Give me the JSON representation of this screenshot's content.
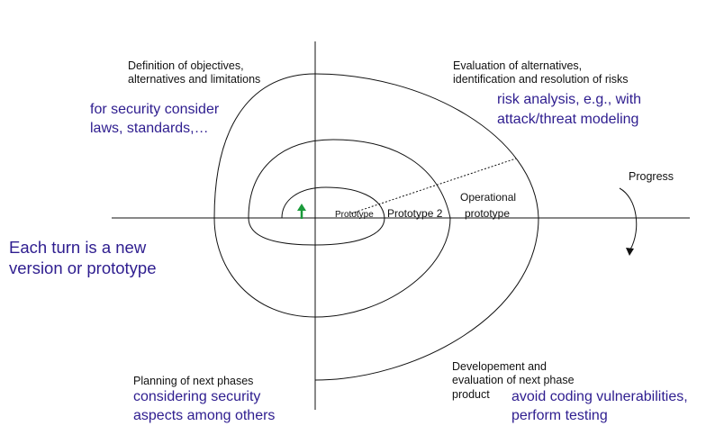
{
  "quadrants": {
    "top_left": {
      "line1": "Definition of objectives,",
      "line2": "alternatives and limitations",
      "note1": "for security consider",
      "note2": "laws, standards,…"
    },
    "top_right": {
      "line1": "Evaluation of alternatives,",
      "line2": "identification and resolution of risks",
      "note1": "risk analysis, e.g., with",
      "note2": "attack/threat modeling"
    },
    "bottom_left": {
      "line1": "Planning of next phases",
      "note1": "considering security",
      "note2": "aspects among others"
    },
    "bottom_right": {
      "line1": "Developement and",
      "line2": "evaluation of next phase",
      "line3": "product",
      "note1": "avoid coding vulnerabilities,",
      "note2": "perform testing"
    }
  },
  "prototypes": {
    "p1": "Prototype",
    "p2": "Prototype 2",
    "op1": "Operational",
    "op2": "prototype"
  },
  "progress": "Progress",
  "left_note": {
    "line1": "Each turn is a new",
    "line2": "version or prototype"
  },
  "colors": {
    "note_text": "#2e1d8f",
    "start_arrow": "#1a9a3a",
    "lines": "#111111"
  }
}
